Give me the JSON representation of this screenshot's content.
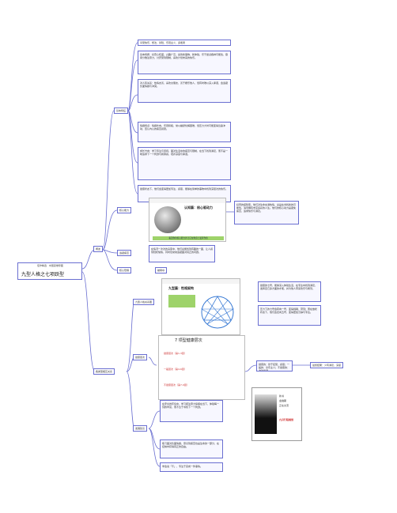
{
  "root": {
    "title": "九型人格之七项跃型",
    "logo_text": "佳作精选 · 中国思维导图"
  },
  "branches": {
    "top_group": {
      "label": "基本特征",
      "nodes": [
        "享受快乐、想法、冒险、乐观主义、多能者",
        "基本特质：好奇心旺盛，兴趣广泛，喜欢新事物、新体验，乐于尝试各种可能性，容易分散注意力，讨厌受到限制，喜欢计划未来的快乐。",
        "对人际关系：热情友善，喜欢交朋友，善于娱乐他人，但有时难以深入承诺，会逃避负面情绪与冲突。",
        "情绪特点：情绪外向，乐观积极，常以幽默化解困难，但压力大时可能变得急躁冲动，否认内心的痛苦感受。",
        "成长方向：学习专注与坚持，面对生活中的痛苦与限制，在当下找到满足，而不是一味追求下一个刺激与新鲜感，培养深度与承诺。",
        "健康状态下，他们会变得更加专注、感恩，能够在简单的事物中找到深层次的快乐。"
      ]
    },
    "core": {
      "label": "核心能力",
      "image_title": "认知篇：核心驱动力",
      "image_caption": "看见你的核心能力并让它在你身上发挥作用",
      "side_note": "好奇的探险家。他们对生命充满热情，总是在寻找新的可能性，渴望拥有丰富多彩的人生。他们的核心动力是避免痛苦，追求快乐与满足。"
    },
    "middle": {
      "label": "概述",
      "sub_label": "逃避痛苦",
      "sub_note": "在情况一次次的演变中，他们总能找到有趣的一面，让人感到轻松愉快，同时也常常逃避面对真正的问题。",
      "sub2_label": "核心恐惧",
      "sub2_tag": "被剥夺"
    },
    "bottom_group": {
      "label": "各类型相互关系",
      "enneagram": {
        "label": "九型人格关系图",
        "image_title": "九型篇：性格架构",
        "side_notes": [
          "健康的七号，能够深入体验生活，在专注中找到满足，发挥自己多方面的才能，并为他人带来欢乐与希望。",
          "压力下的七号会转向一号，变得挑剔、苛刻；而在放松状态下，他们会走向五号，变得更加沉静与专注。"
        ]
      },
      "levels": {
        "label": "健康层次",
        "image_title": "7 项型健康层次",
        "rows": [
          "健康层次（第1-3层）",
          "一般层次（第4-6层）",
          "不健康层次（第7-9层）"
        ],
        "note": "健康的：欣于接受，感恩；一般的：享乐主义；不健康的：冲动逃避",
        "tag": "最终结果：少有满足，深度"
      },
      "growth": {
        "label": "发展建议",
        "nodes": [
          "在安全的环境中，学习把注意力停留在当下，体验每一刻的丰富，而不急于寻找下一个刺激。",
          "练习面对负面情绪，意识到痛苦也是生命的一部分，在接纳中获得真正的自由。",
          "学会说「不」，专注于完成一件事情。"
        ],
        "image_caption": "九月行程规划",
        "image_lines": [
          "新书",
          "金融期",
          "正在交流"
        ]
      }
    }
  }
}
